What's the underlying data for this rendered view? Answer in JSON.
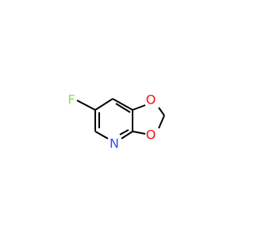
{
  "molecule": {
    "atoms": [
      {
        "id": "F",
        "symbol": "F",
        "color": "#90e050"
      },
      {
        "id": "O1",
        "symbol": "O",
        "color": "#ff0d0d"
      },
      {
        "id": "O3",
        "symbol": "O",
        "color": "#ff0d0d"
      },
      {
        "id": "N",
        "symbol": "N",
        "color": "#3050f8"
      }
    ],
    "bond_color": "#000000"
  }
}
